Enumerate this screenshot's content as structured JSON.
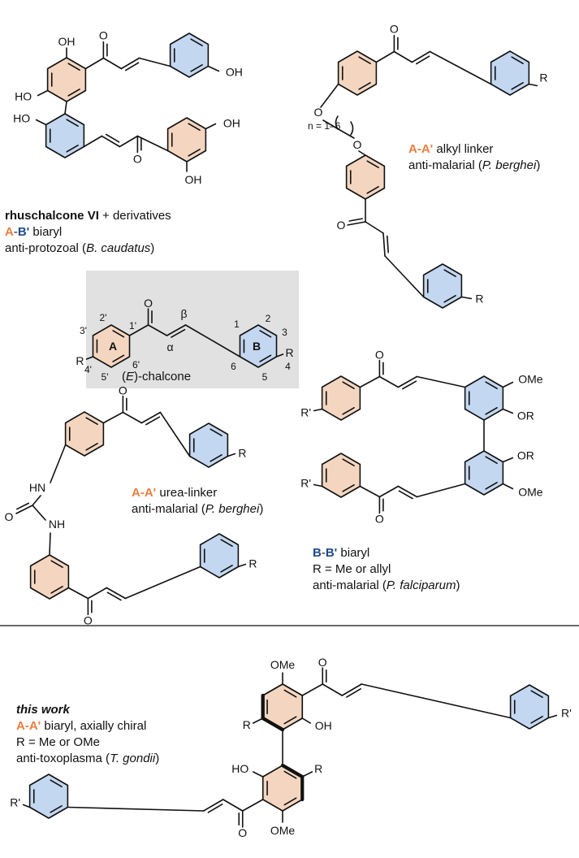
{
  "colors": {
    "ring_a": "#f4d6c0",
    "ring_b": "#c3d7f0",
    "label_a": "#e87e3e",
    "label_b": "#1e4b8a",
    "panel": "#e1e1e1",
    "bond": "#111111"
  },
  "rhuschalcone": {
    "name": "rhuschalcone VI",
    "name_suffix": " + derivatives",
    "label_a": "A",
    "dash": "-",
    "label_b": "B'",
    "type": " biaryl",
    "activity_pre": "anti-protozoal (",
    "activity_org": "B. caudatus",
    "activity_post": ")"
  },
  "alkyl": {
    "label": "A-A'",
    "type": " alkyl linker",
    "activity_pre": "anti-malarial (",
    "activity_org": "P. berghei",
    "activity_post": ")",
    "n_label": "n = 1–6"
  },
  "chalcone": {
    "label_pre": "(",
    "label_e": "E",
    "label_post": ")-chalcone",
    "ring_a_label": "A",
    "ring_b_label": "B",
    "alpha": "α",
    "beta": "β",
    "r_left": "R",
    "r_right": "R",
    "positions_a": [
      "2'",
      "1'",
      "3'",
      "4'",
      "6'",
      "5'"
    ],
    "positions_b": [
      "2",
      "1",
      "3",
      "6",
      "4",
      "5"
    ]
  },
  "urea": {
    "label": "A-A'",
    "type": " urea-linker",
    "activity_pre": "anti-malarial (",
    "activity_org": "P. berghei",
    "activity_post": ")"
  },
  "bb_biaryl": {
    "label_b1": "B",
    "dash": "-",
    "label_b2": "B'",
    "type": " biaryl",
    "r_line": "R = Me or allyl",
    "activity_pre": "anti-malarial (",
    "activity_org": "P. falciparum",
    "activity_post": ")"
  },
  "this_work": {
    "title": "this work",
    "label": "A-A'",
    "type": " biaryl, axially chiral",
    "r_line": "R = Me or OMe",
    "activity_pre": "anti-toxoplasma (",
    "activity_org": "T. gondii",
    "activity_post": ")"
  },
  "atoms": {
    "oh": "OH",
    "ho": "HO",
    "o": "O",
    "r": "R",
    "r_prime": "R'",
    "ome": "OMe",
    "or": "OR",
    "hn": "HN",
    "nh": "NH"
  }
}
